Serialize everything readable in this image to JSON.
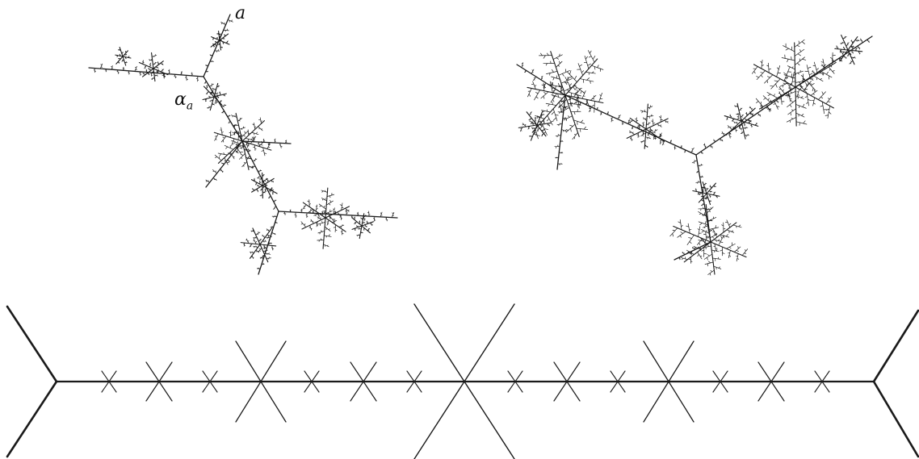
{
  "labels": {
    "point_a": "a",
    "alpha_base": "α",
    "alpha_sub": "a"
  },
  "colors": {
    "ink": "#1a1a1a",
    "background": "#ffffff"
  }
}
